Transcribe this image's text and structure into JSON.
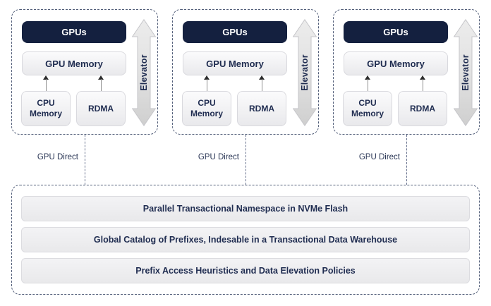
{
  "colors": {
    "navy": "#14203f",
    "text_navy": "#1f2c50",
    "box_border": "#d9d9de",
    "box_fill_top": "#fbfbfc",
    "box_fill_bottom": "#e9e9ec",
    "dashed_border": "#525e79",
    "elevator_arrow_fill": "#dadada",
    "elevator_arrow_stroke": "#c6c6ca"
  },
  "groups": [
    {
      "gpus_label": "GPUs",
      "gpu_memory_label": "GPU Memory",
      "cpu_memory_label": "CPU Memory",
      "rdma_label": "RDMA",
      "elevator_label": "Elevator",
      "connector_label": "GPU Direct"
    },
    {
      "gpus_label": "GPUs",
      "gpu_memory_label": "GPU Memory",
      "cpu_memory_label": "CPU Memory",
      "rdma_label": "RDMA",
      "elevator_label": "Elevator",
      "connector_label": "GPU Direct"
    },
    {
      "gpus_label": "GPUs",
      "gpu_memory_label": "GPU Memory",
      "cpu_memory_label": "CPU Memory",
      "rdma_label": "RDMA",
      "elevator_label": "Elevator",
      "connector_label": "GPU Direct"
    }
  ],
  "storage": {
    "layers": [
      "Parallel Transactional Namespace in NVMe Flash",
      "Global Catalog of Prefixes, Indesable in a Transactional Data Warehouse",
      "Prefix Access Heuristics and Data Elevation Policies"
    ]
  }
}
